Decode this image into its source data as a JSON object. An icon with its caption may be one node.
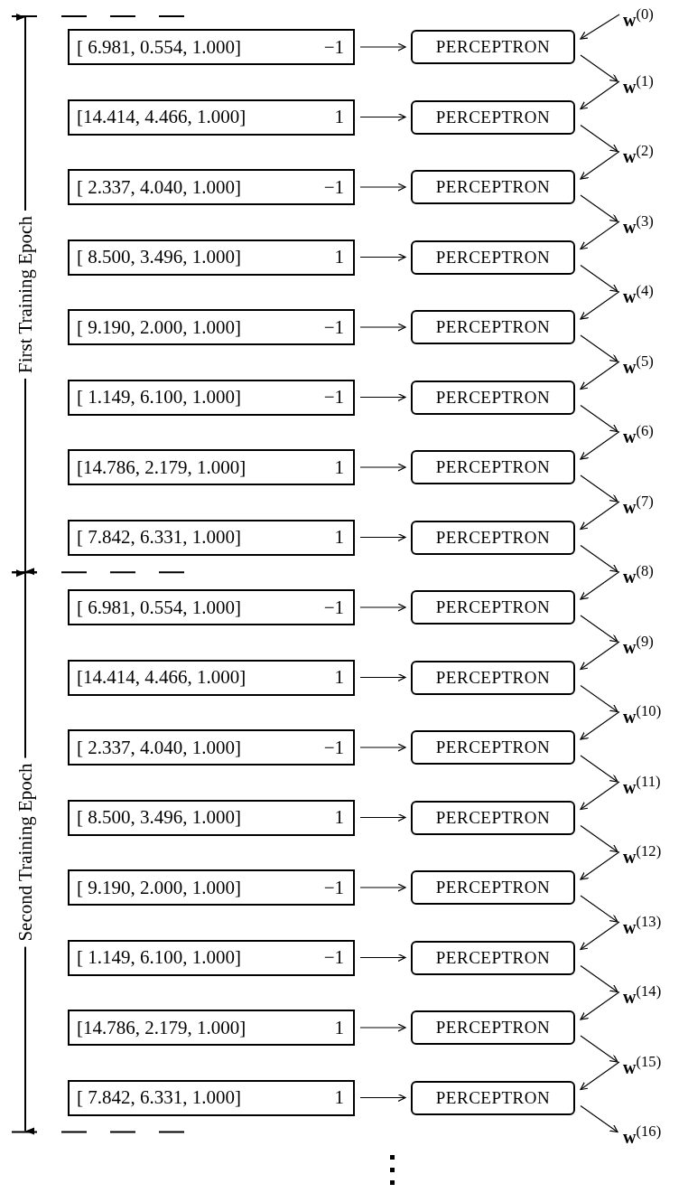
{
  "diagram": {
    "nodes": [
      {
        "text": [
          "**w**$^{(0)}$"
        ]
      },
      {
        "text": [
          "[ 6.981, 0.554, 1.000]",
          "−1"
        ]
      },
      {
        "text": [
          "PERCEPTRON"
        ]
      },
      {
        "text": [
          "**w**$^{(1)}$"
        ]
      },
      {
        "text": [
          "[14.414, 4.466, 1.000]",
          "1"
        ]
      },
      {
        "text": [
          "PERCEPTRON"
        ]
      },
      {
        "text": [
          "**w**$^{(2)}$"
        ]
      },
      {
        "text": [
          "[ 2.337, 4.040, 1.000]",
          "−1"
        ]
      },
      {
        "text": [
          "PERCEPTRON"
        ]
      },
      {
        "text": [
          "**w**$^{(3)}$"
        ]
      },
      {
        "text": [
          "[ 8.500, 3.496, 1.000]",
          "1"
        ]
      },
      {
        "text": [
          "PERCEPTRON"
        ]
      },
      {
        "text": [
          "**w**$^{(4)}$"
        ]
      },
      {
        "text": [
          "[ 9.190, 2.000, 1.000]",
          "−1"
        ]
      },
      {
        "text": [
          "PERCEPTRON"
        ]
      },
      {
        "text": [
          "**w**$^{(5)}$"
        ]
      },
      {
        "text": [
          "[ 1.149, 6.100, 1.000]",
          "−1"
        ]
      },
      {
        "text": [
          "PERCEPTRON"
        ]
      },
      {
        "text": [
          "**w**$^{(6)}$"
        ]
      },
      {
        "text": [
          "[14.786, 2.179, 1.000]",
          "1"
        ]
      },
      {
        "text": [
          "PERCEPTRON"
        ]
      },
      {
        "text": [
          "**w**$^{(7)}$"
        ]
      },
      {
        "text": [
          "[ 7.842, 6.331, 1.000]",
          "1"
        ]
      },
      {
        "text": [
          "PERCEPTRON"
        ]
      },
      {
        "text": [
          "**w**$^{(8)}$"
        ]
      },
      {
        "text": [
          "[ 6.981, 0.554, 1.000]",
          "−1"
        ]
      },
      {
        "text": [
          "PERCEPTRON"
        ]
      },
      {
        "text": [
          "**w**$^{(9)}$"
        ]
      },
      {
        "text": [
          "[14.414, 4.466, 1.000]",
          "1"
        ]
      },
      {
        "text": [
          "PERCEPTRON"
        ]
      },
      {
        "text": [
          "**w**$^{(10)}$"
        ]
      },
      {
        "text": [
          "[ 2.337, 4.040, 1.000]",
          "−1"
        ]
      },
      {
        "text": [
          "PERCEPTRON"
        ]
      },
      {
        "text": [
          "**w**$^{(11)}$"
        ]
      },
      {
        "text": [
          "[ 8.500, 3.496, 1.000]",
          "1"
        ]
      },
      {
        "text": [
          "PERCEPTRON"
        ]
      },
      {
        "text": [
          "**w**$^{(12)}$"
        ]
      },
      {
        "text": [
          "[ 9.190, 2.000, 1.000]",
          "−1"
        ]
      },
      {
        "text": [
          "PERCEPTRON"
        ]
      },
      {
        "text": [
          "**w**$^{(13)}$"
        ]
      },
      {
        "text": [
          "[ 1.149, 6.100, 1.000]",
          "−1"
        ]
      },
      {
        "text": [
          "PERCEPTRON"
        ]
      },
      {
        "text": [
          "**w**$^{(14)}$"
        ]
      },
      {
        "text": [
          "[14.786, 2.179, 1.000]",
          "1"
        ]
      },
      {
        "text": [
          "PERCEPTRON"
        ]
      },
      {
        "text": [
          "**w**$^{(15)}$"
        ]
      },
      {
        "text": [
          "[ 7.842, 6.331, 1.000]",
          "1"
        ]
      },
      {
        "text": [
          "PERCEPTRON"
        ]
      },
      {
        "text": [
          "**w**$^{(16)}$"
        ]
      }
    ],
    "edges": [
      {
        "from": 1,
        "to": 2,
        "arrow": "to"
      },
      {
        "from": 0,
        "to": 2,
        "arrow": "to"
      },
      {
        "from": 2,
        "to": 3,
        "arrow": "to"
      },
      {
        "from": 4,
        "to": 5,
        "arrow": "to"
      },
      {
        "from": 3,
        "to": 5,
        "arrow": "to"
      },
      {
        "from": 5,
        "to": 6,
        "arrow": "to"
      },
      {
        "from": 7,
        "to": 8,
        "arrow": "to"
      },
      {
        "from": 6,
        "to": 8,
        "arrow": "to"
      },
      {
        "from": 8,
        "to": 9,
        "arrow": "to"
      },
      {
        "from": 10,
        "to": 11,
        "arrow": "to"
      },
      {
        "from": 9,
        "to": 11,
        "arrow": "to"
      },
      {
        "from": 11,
        "to": 12,
        "arrow": "to"
      },
      {
        "from": 13,
        "to": 14,
        "arrow": "to"
      },
      {
        "from": 12,
        "to": 14,
        "arrow": "to"
      },
      {
        "from": 14,
        "to": 15,
        "arrow": "to"
      },
      {
        "from": 16,
        "to": 17,
        "arrow": "to"
      },
      {
        "from": 15,
        "to": 17,
        "arrow": "to"
      },
      {
        "from": 17,
        "to": 18,
        "arrow": "to"
      },
      {
        "from": 19,
        "to": 20,
        "arrow": "to"
      },
      {
        "from": 18,
        "to": 20,
        "arrow": "to"
      },
      {
        "from": 20,
        "to": 21,
        "arrow": "to"
      },
      {
        "from": 22,
        "to": 23,
        "arrow": "to"
      },
      {
        "from": 21,
        "to": 23,
        "arrow": "to"
      },
      {
        "from": 23,
        "to": 24,
        "arrow": "to"
      },
      {
        "from": 25,
        "to": 26,
        "arrow": "to"
      },
      {
        "from": 24,
        "to": 26,
        "arrow": "to"
      },
      {
        "from": 26,
        "to": 27,
        "arrow": "to"
      },
      {
        "from": 28,
        "to": 29,
        "arrow": "to"
      },
      {
        "from": 27,
        "to": 29,
        "arrow": "to"
      },
      {
        "from": 29,
        "to": 30,
        "arrow": "to"
      },
      {
        "from": 31,
        "to": 32,
        "arrow": "to"
      },
      {
        "from": 30,
        "to": 32,
        "arrow": "to"
      },
      {
        "from": 32,
        "to": 33,
        "arrow": "to"
      },
      {
        "from": 34,
        "to": 35,
        "arrow": "to"
      },
      {
        "from": 33,
        "to": 35,
        "arrow": "to"
      },
      {
        "from": 35,
        "to": 36,
        "arrow": "to"
      },
      {
        "from": 37,
        "to": 38,
        "arrow": "to"
      },
      {
        "from": 36,
        "to": 38,
        "arrow": "to"
      },
      {
        "from": 38,
        "to": 39,
        "arrow": "to"
      },
      {
        "from": 40,
        "to": 41,
        "arrow": "to"
      },
      {
        "from": 39,
        "to": 41,
        "arrow": "to"
      },
      {
        "from": 41,
        "to": 42,
        "arrow": "to"
      },
      {
        "from": 43,
        "to": 44,
        "arrow": "to"
      },
      {
        "from": 42,
        "to": 44,
        "arrow": "to"
      },
      {
        "from": 44,
        "to": 45,
        "arrow": "to"
      },
      {
        "from": 46,
        "to": 47,
        "arrow": "to"
      },
      {
        "from": 45,
        "to": 47,
        "arrow": "to"
      },
      {
        "from": 47,
        "to": 48,
        "arrow": "to"
      }
    ],
    "labels": [
      "First Training Epoch",
      "Second Training Epoch"
    ]
  }
}
